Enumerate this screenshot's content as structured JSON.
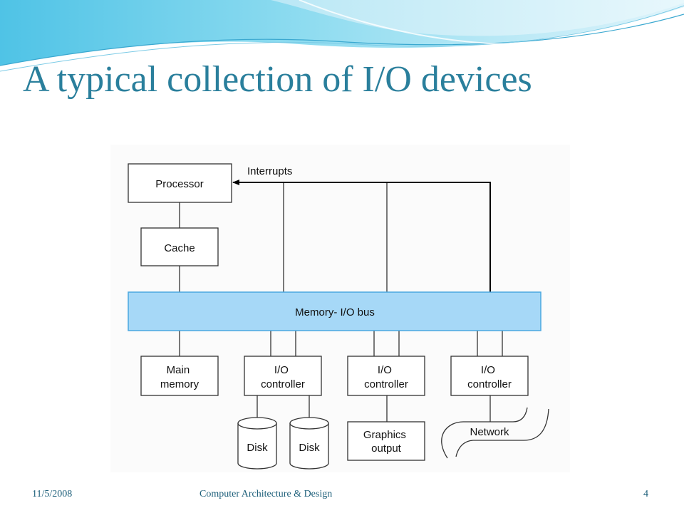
{
  "slide": {
    "title": "A typical collection of I/O devices"
  },
  "diagram": {
    "processor": "Processor",
    "interrupts": "Interrupts",
    "cache": "Cache",
    "bus": "Memory- I/O bus",
    "main_memory": [
      "Main",
      "memory"
    ],
    "io_controller": [
      "I/O",
      "controller"
    ],
    "disk": "Disk",
    "graphics_output": [
      "Graphics",
      "output"
    ],
    "network": "Network",
    "colors": {
      "bus_fill": "#a6d8f7",
      "bus_stroke": "#4aa8e0",
      "title": "#2a7f9c"
    }
  },
  "footer": {
    "date": "11/5/2008",
    "course": "Computer Architecture & Design",
    "page": "4"
  }
}
